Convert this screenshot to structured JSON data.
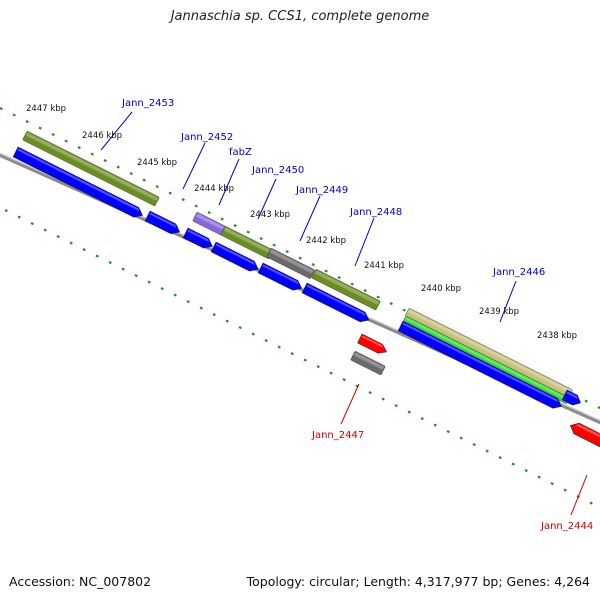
{
  "title": "Jannaschia sp. CCS1, complete genome",
  "footer": {
    "accession": "Accession: NC_007802",
    "summary": "Topology: circular; Length: 4,317,977 bp; Genes: 4,264"
  },
  "colors": {
    "background": "#ffffff",
    "backbone": "#8a8a8a",
    "tick_marks": "#2a8a2a",
    "gene_forward": "#0000ff",
    "gene_reverse": "#ff0000",
    "cds_olive": "#6b8e23",
    "cds_green": "#33dd33",
    "cds_khaki": "#c8c07a",
    "cds_purple": "#8866dd",
    "cds_gray": "#6a6a6a",
    "label_forward": "#0000cc",
    "label_reverse": "#cc0000"
  },
  "scale_labels": [
    "2447 kbp",
    "2446 kbp",
    "2445 kbp",
    "2444 kbp",
    "2443 kbp",
    "2442 kbp",
    "2441 kbp",
    "2440 kbp",
    "2439 kbp",
    "2438 kbp"
  ],
  "genes": [
    {
      "name": "Jann_2453",
      "strand": "forward"
    },
    {
      "name": "Jann_2452",
      "strand": "forward"
    },
    {
      "name": "fabZ",
      "strand": "forward"
    },
    {
      "name": "Jann_2450",
      "strand": "forward"
    },
    {
      "name": "Jann_2449",
      "strand": "forward"
    },
    {
      "name": "Jann_2448",
      "strand": "forward"
    },
    {
      "name": "Jann_2446",
      "strand": "forward"
    },
    {
      "name": "Jann_2447",
      "strand": "reverse"
    },
    {
      "name": "Jann_2444",
      "strand": "reverse"
    }
  ]
}
